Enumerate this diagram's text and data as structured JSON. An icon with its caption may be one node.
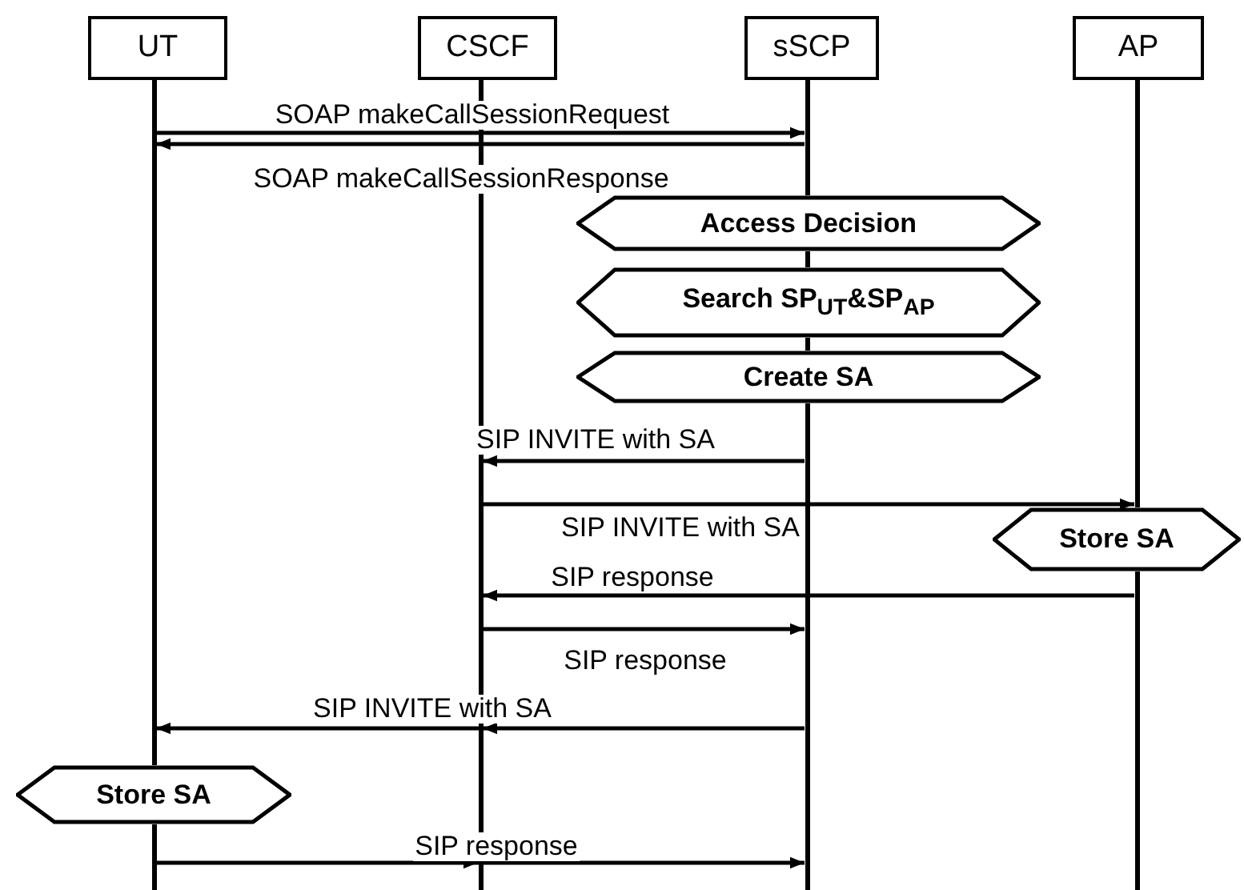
{
  "diagram": {
    "nodes": [
      {
        "text": [
          "UT"
        ]
      },
      {
        "text": [
          "CSCF"
        ]
      },
      {
        "text": [
          "sSCP"
        ]
      },
      {
        "text": [
          "AP"
        ]
      },
      {
        "text": [
          "Access Decision"
        ]
      },
      {
        "text": [
          "Search SP$_{UT}$&SP$_{AP}$"
        ]
      },
      {
        "text": [
          "Create SA"
        ]
      },
      {
        "text": [
          "Store SA"
        ]
      },
      {
        "text": [
          "Store SA"
        ]
      },
      {
        "text": [],
        "shape": "bar"
      },
      {
        "text": [],
        "shape": "bar"
      },
      {
        "text": [],
        "shape": "bar"
      },
      {
        "text": [],
        "shape": "bar"
      },
      {
        "text": [],
        "shape": "bar"
      },
      {
        "text": [],
        "shape": "bar"
      },
      {
        "text": [],
        "shape": "bar"
      },
      {
        "text": [],
        "shape": "bar"
      },
      {
        "text": [],
        "shape": "bar"
      }
    ],
    "edges": [
      {
        "from": 9,
        "to": 12,
        "arrow": "to",
        "label": "SOAP makeCallSessionRequest"
      },
      {
        "from": 12,
        "to": 9,
        "arrow": "to",
        "label": "SOAP makeCallSessionResponse"
      },
      {
        "from": 13,
        "to": 11,
        "arrow": "to",
        "label": "SIP INVITE with SA"
      },
      {
        "from": 11,
        "to": 14,
        "arrow": "to",
        "label": "SIP INVITE with SA"
      },
      {
        "from": 15,
        "to": 11,
        "arrow": "to",
        "label": "SIP response"
      },
      {
        "from": 11,
        "to": 13,
        "arrow": "to",
        "label": "SIP response"
      },
      {
        "from": 13,
        "to": 9,
        "arrow": "to",
        "label": "SIP INVITE with SA"
      },
      {
        "from": 10,
        "to": 13,
        "arrow": "to",
        "label": "SIP response"
      }
    ]
  }
}
